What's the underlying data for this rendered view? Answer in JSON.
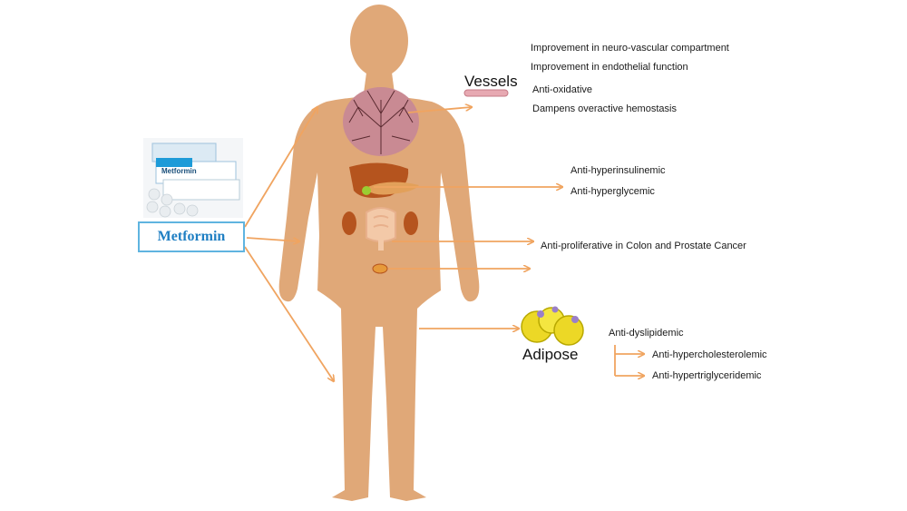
{
  "drug": {
    "name": "Metformin",
    "package_label": "Metformin"
  },
  "organs": {
    "vessels": "Vessels",
    "adipose": "Adipose"
  },
  "effects": {
    "vessels": [
      "Improvement in neuro-vascular compartment",
      "Improvement in endothelial function",
      "Anti-oxidative",
      "Dampens overactive hemostasis"
    ],
    "liver_pancreas": [
      "Anti-hyperinsulinemic",
      "Anti-hyperglycemic"
    ],
    "colon": "Anti-proliferative in Colon and Prostate Cancer",
    "adipose_main": "Anti-dyslipidemic",
    "adipose_sub": [
      "Anti-hypercholesterolemic",
      "Anti-hypertriglyceridemic"
    ]
  },
  "colors": {
    "body": "#e0a878",
    "arrow": "#f0a460",
    "drug_text": "#1f7fc3",
    "drug_border": "#5fb4e0"
  }
}
